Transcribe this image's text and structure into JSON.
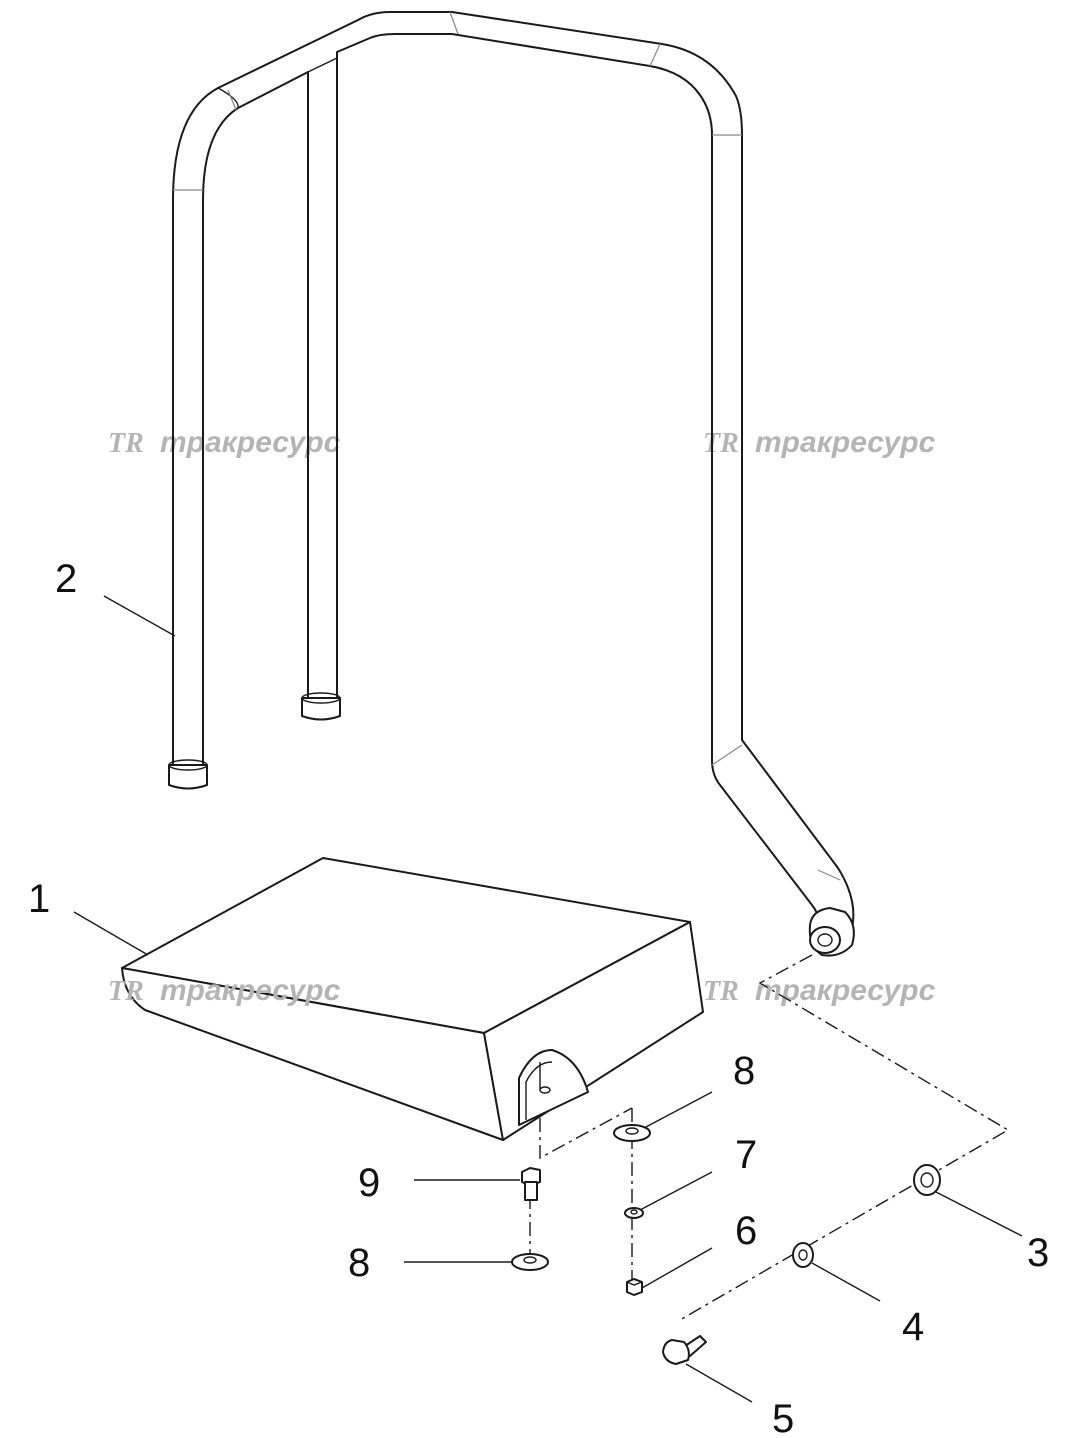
{
  "diagram": {
    "callouts": [
      {
        "id": "c1",
        "label": "1"
      },
      {
        "id": "c2",
        "label": "2"
      },
      {
        "id": "c3",
        "label": "3"
      },
      {
        "id": "c4",
        "label": "4"
      },
      {
        "id": "c5",
        "label": "5"
      },
      {
        "id": "c6",
        "label": "6"
      },
      {
        "id": "c7",
        "label": "7"
      },
      {
        "id": "c8a",
        "label": "8"
      },
      {
        "id": "c8b",
        "label": "8"
      },
      {
        "id": "c9",
        "label": "9"
      }
    ],
    "watermark": {
      "logo": "TR",
      "text": "тракресурс"
    }
  },
  "colors": {
    "line": "#1a1a1a",
    "watermark": "#b4b4b4",
    "background": "#ffffff"
  }
}
